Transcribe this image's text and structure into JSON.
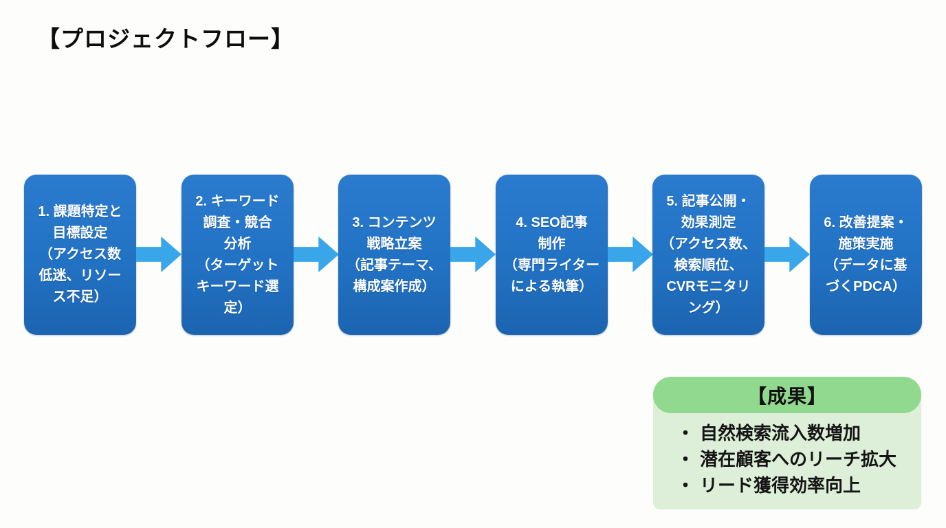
{
  "page": {
    "title": "【プロジェクトフロー】"
  },
  "flow": {
    "steps": [
      {
        "text": "1. 課題特定と\n目標設定\n（アクセス数\n低迷、リソー\nス不足）"
      },
      {
        "text": "2. キーワード\n調査・競合\n分析\n（ターゲット\nキーワード選\n定）"
      },
      {
        "text": "3. コンテンツ\n戦略立案\n（記事テーマ、\n構成案作成）"
      },
      {
        "text": "4. SEO記事\n制作\n（専門ライター\nによる執筆）"
      },
      {
        "text": "5. 記事公開・\n効果測定\n（アクセス数、\n検索順位、\nCVRモニタリ\nング）"
      },
      {
        "text": "6. 改善提案・\n施策実施\n（データに基\nづくPDCA）"
      }
    ]
  },
  "results": {
    "header": "【成果】",
    "bullet_char": "・",
    "items": [
      "自然検索流入数増加",
      "潜在顧客へのリーチ拡大",
      "リード獲得効率向上"
    ]
  },
  "colors": {
    "step_blue": "#2272c4",
    "arrow_blue": "#38a6e8",
    "results_header_green": "#90d98e",
    "results_body_green": "#ddefd8",
    "text_on_steps": "#ffffff",
    "text_dark": "#141414"
  }
}
